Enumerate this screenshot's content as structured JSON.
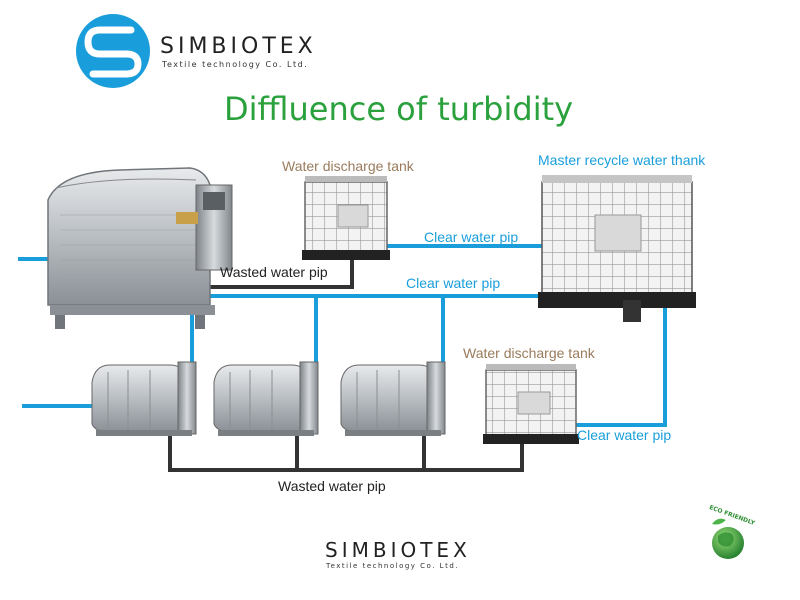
{
  "header": {
    "company_name": "SIMBIOTEX",
    "company_tagline": "Textile technology Co. Ltd."
  },
  "diagram": {
    "title": "Diffluence of turbidity",
    "labels": {
      "water_discharge_tank_top": "Water discharge tank",
      "master_recycle_tank": "Master recycle water thank",
      "clear_pipe_top": "Clear water pip",
      "clear_pipe_mid": "Clear water pip",
      "clear_pipe_right": "Clear water pip",
      "wasted_pipe_top": "Wasted water pip",
      "wasted_pipe_bottom": "Wasted water pip",
      "water_discharge_tank_bottom": "Water discharge tank"
    }
  },
  "footer": {
    "company_name": "SIMBIOTEX",
    "company_tagline": "Textile technology Co. Ltd.",
    "badge_text": "ECO FRIENDLY"
  },
  "colors": {
    "brand_blue": "#1a9edb",
    "title_green": "#2aa13c",
    "clear_pipe": "#1a9edb",
    "waste_pipe": "#333333"
  }
}
